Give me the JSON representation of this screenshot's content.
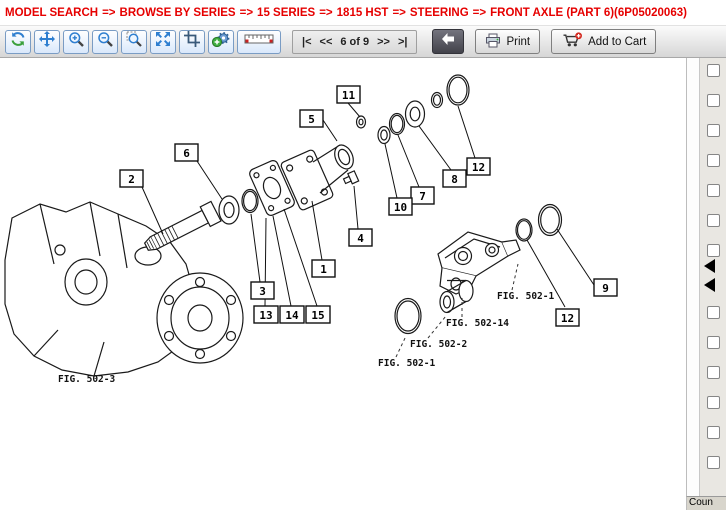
{
  "breadcrumb": {
    "separator": "=>",
    "segments": [
      "MODEL SEARCH",
      "BROWSE BY SERIES",
      "15 SERIES",
      "1815 HST",
      "STEERING",
      "FRONT AXLE (PART 6)(6P05020063)"
    ]
  },
  "toolbar": {
    "icon_names": [
      "refresh-icon",
      "pan-icon",
      "zoom-in-icon",
      "zoom-out-icon",
      "zoom-area-icon",
      "fit-page-icon",
      "crop-icon",
      "add-part-icon",
      "measure-icon",
      "back-arrow-icon",
      "printer-icon",
      "cart-plus-icon"
    ],
    "pager": {
      "first": "|<",
      "prev": "<<",
      "status": "6 of 9",
      "next": ">>",
      "last": ">|"
    },
    "print_label": "Print",
    "add_to_cart_label": "Add to Cart"
  },
  "diagram": {
    "callouts": [
      "11",
      "5",
      "6",
      "2",
      "12",
      "8",
      "7",
      "10",
      "4",
      "1",
      "3",
      "13",
      "14",
      "15",
      "9",
      "12"
    ],
    "figure_refs": [
      "FIG. 502-3",
      "FIG. 502-1",
      "FIG. 502-14",
      "FIG. 502-2",
      "FIG. 502-1"
    ]
  },
  "right_panel": {
    "checkbox_rows": 13,
    "footer_label": "Coun"
  },
  "colors": {
    "breadcrumb_red": "#e60000",
    "icon_blue": "#2f7fd0",
    "cart_plus_red": "#d42a20"
  }
}
